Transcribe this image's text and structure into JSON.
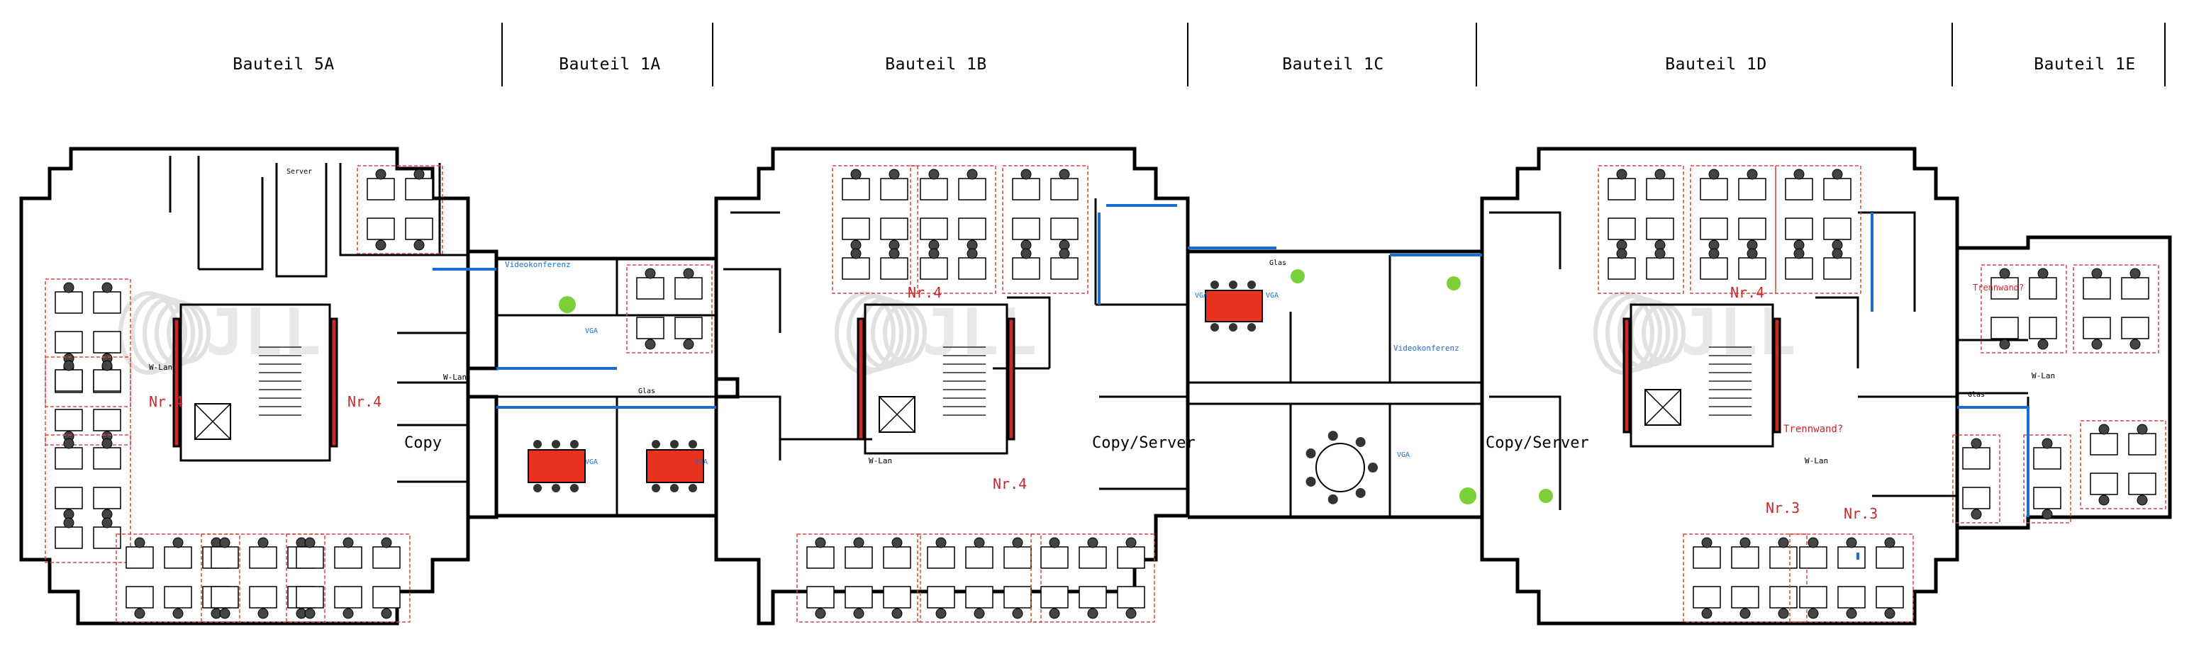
{
  "sections": [
    {
      "id": "5a",
      "label": "Bauteil 5A"
    },
    {
      "id": "1a",
      "label": "Bauteil 1A"
    },
    {
      "id": "1b",
      "label": "Bauteil 1B"
    },
    {
      "id": "1c",
      "label": "Bauteil 1C"
    },
    {
      "id": "1d",
      "label": "Bauteil 1D"
    },
    {
      "id": "1e",
      "label": "Bauteil 1E"
    }
  ],
  "zone_labels": {
    "nr4_5a_left": "Nr.4",
    "nr4_5a_right": "Nr.4",
    "nr4_1b_top": "Nr.4",
    "nr4_1b_bottom": "Nr.4",
    "nr4_1d": "Nr.4",
    "nr3_1d": "Nr.3",
    "nr3_1d_b": "Nr.3"
  },
  "room_labels": {
    "copy_5a": "Copy",
    "copy_server_1b": "Copy/Server",
    "copy_server_1d": "Copy/Server",
    "server_5a": "Server",
    "wlan_5a": "W-Lan",
    "wlan_5a_b": "W-Lan",
    "wlan_1b": "W-Lan",
    "wlan_1d": "W-Lan",
    "wlan_1e": "W-Lan",
    "vga_1": "VGA",
    "vga_2": "VGA",
    "vga_3": "VGA",
    "vga_4": "VGA",
    "vga_5": "VGA",
    "vga_6": "VGA",
    "video_1a": "Videokonferenz",
    "video_1c": "Videokonferenz",
    "toolbox_1e": "Trennwand? ",
    "glas_1a": "Glas",
    "glas_1c": "Glas",
    "glas_1e": "Glas"
  },
  "colors": {
    "wall": "#000000",
    "desk_area": "#d84848",
    "meeting_table": "#e8321e",
    "network": "#1a6fd0",
    "plant": "#7cd13a",
    "watermark": "#c9c9c9"
  },
  "watermark": "JLL"
}
